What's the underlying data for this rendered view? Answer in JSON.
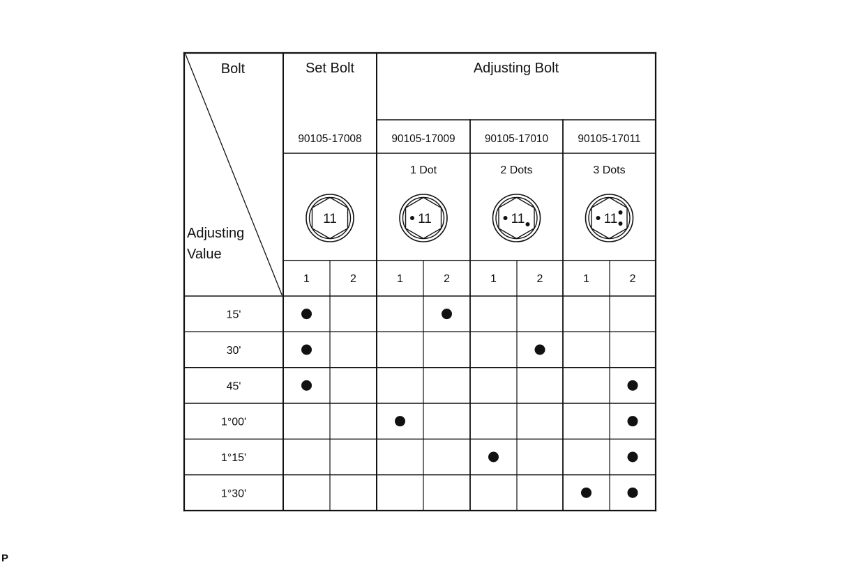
{
  "header": {
    "corner_top": "Bolt",
    "corner_bottom_line1": "Adjusting",
    "corner_bottom_line2": "Value",
    "set_bolt": "Set Bolt",
    "adjusting_bolt": "Adjusting Bolt"
  },
  "bolts": [
    {
      "part_number": "90105-17008",
      "marking": "",
      "dots": 0,
      "head_number": "11"
    },
    {
      "part_number": "90105-17009",
      "marking": "1 Dot",
      "dots": 1,
      "head_number": "11"
    },
    {
      "part_number": "90105-17010",
      "marking": "2 Dots",
      "dots": 2,
      "head_number": "11"
    },
    {
      "part_number": "90105-17011",
      "marking": "3 Dots",
      "dots": 3,
      "head_number": "11"
    }
  ],
  "positions": [
    "1",
    "2"
  ],
  "rows": [
    {
      "value": "15'",
      "marks": [
        1,
        0,
        0,
        1,
        0,
        0,
        0,
        0
      ]
    },
    {
      "value": "30'",
      "marks": [
        1,
        0,
        0,
        0,
        0,
        1,
        0,
        0
      ]
    },
    {
      "value": "45'",
      "marks": [
        1,
        0,
        0,
        0,
        0,
        0,
        0,
        1
      ]
    },
    {
      "value": "1°00'",
      "marks": [
        0,
        0,
        1,
        0,
        0,
        0,
        0,
        1
      ]
    },
    {
      "value": "1°15'",
      "marks": [
        0,
        0,
        0,
        0,
        1,
        0,
        0,
        1
      ]
    },
    {
      "value": "1°30'",
      "marks": [
        0,
        0,
        0,
        0,
        0,
        0,
        1,
        1
      ]
    }
  ],
  "corner_mark": "P",
  "colors": {
    "line": "#111111",
    "background": "#ffffff"
  }
}
